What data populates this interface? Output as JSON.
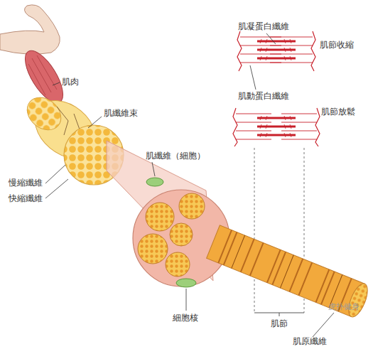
{
  "diagram": {
    "labels": [
      "肌凝蛋白纖維",
      "肌節收縮",
      "肌動蛋白纖維",
      "肌節放鬆",
      "肌肉",
      "肌纖維束",
      "肌纖維（細胞）",
      "慢縮纖維",
      "快縮纖維",
      "細胞核",
      "肌節",
      "肌原纖維",
      "虎扑健身"
    ]
  }
}
